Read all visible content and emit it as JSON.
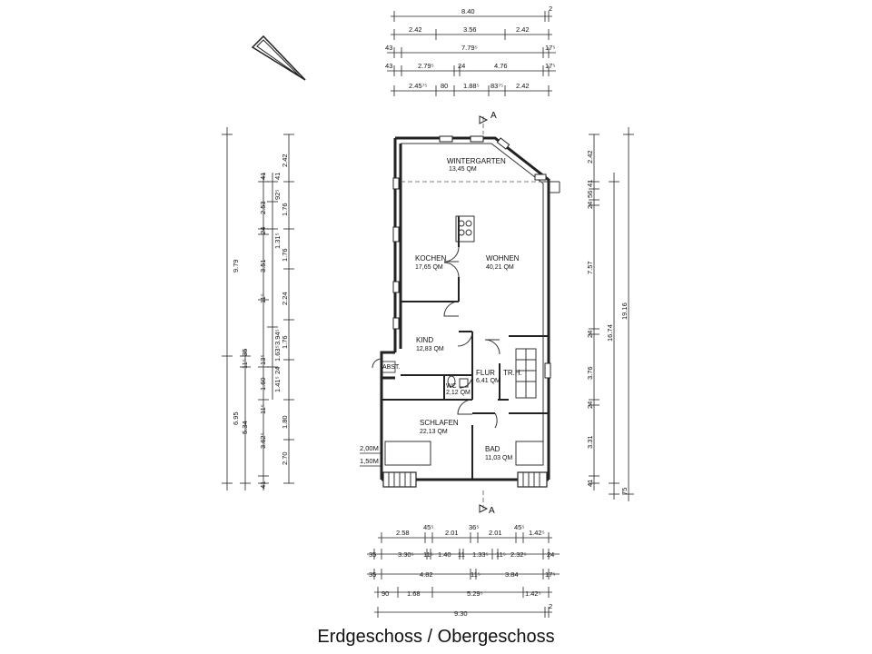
{
  "caption": "Erdgeschoss / Obergeschoss",
  "section_marker": "A",
  "rooms": {
    "wintergarten": {
      "name": "WINTERGARTEN",
      "area": "13,45 QM"
    },
    "kochen": {
      "name": "KOCHEN",
      "area": "17,65 QM"
    },
    "wohnen": {
      "name": "WOHNEN",
      "area": "40,21 QM"
    },
    "kind": {
      "name": "KIND",
      "area": "12,83 QM"
    },
    "flur": {
      "name": "FLUR",
      "area": "6,41 QM"
    },
    "trh": {
      "name": "TR.H.",
      "area": ""
    },
    "wc": {
      "name": "WC",
      "area": "2,12 QM"
    },
    "schlafen": {
      "name": "SCHLAFEN",
      "area": "22,13 QM"
    },
    "bad": {
      "name": "BAD",
      "area": "11,03 QM"
    },
    "abst": {
      "name": "ABST.",
      "area": ""
    }
  },
  "notes": {
    "height_1": "2,00M",
    "height_2": "1,50M"
  },
  "dims_top": {
    "r1": [
      "8.40",
      "2"
    ],
    "r2": [
      "2.42",
      "3.56",
      "2.42"
    ],
    "r3": [
      "43",
      "7.79⁵",
      "17⁵"
    ],
    "r4": [
      "43",
      "2.79⁵",
      "24",
      "4.76",
      "17⁵"
    ],
    "r5": [
      "2.45⁷⁵",
      "80",
      "1.88⁵",
      "83⁷⁵",
      "2.42"
    ]
  },
  "dims_bottom": {
    "r1": [
      "2.58",
      "45⁵",
      "2.01",
      "36⁵",
      "2.01",
      "45⁵",
      "1.42⁵"
    ],
    "r2": [
      "35",
      "3.30⁵",
      "11⁵",
      "1.40",
      "11",
      "1.33⁵",
      "11⁵",
      "2.32⁵",
      "24"
    ],
    "r3": [
      "35",
      "4.82",
      "11⁵",
      "3.84",
      "17⁵"
    ],
    "r4": [
      "90",
      "1.68",
      "5.29⁵",
      "1.42⁵"
    ],
    "r5": [
      "9.30",
      "2"
    ]
  },
  "dims_left": {
    "c1": [
      "9.79",
      "6.95"
    ],
    "c2": [
      "35",
      "11⁵",
      "5.34"
    ],
    "c3": [
      "41",
      "2.53",
      "24",
      "3.51",
      "11⁵",
      "13⁵",
      "1.60",
      "11⁵",
      "3.62⁵",
      "41"
    ],
    "c4": [
      "41",
      "92⁵",
      "1.31⁵",
      "3.94⁵",
      "24",
      "1.41⁵",
      "1.63⁵"
    ],
    "c5": [
      "2.42",
      "1.76",
      "1.76",
      "2.24",
      "1.76",
      "1.80",
      "2.70"
    ]
  },
  "dims_right": {
    "c1": [
      "2.42",
      "41",
      "56",
      "24",
      "7.57",
      "24",
      "3.76",
      "24",
      "3.31",
      "41"
    ],
    "c2": [
      "16.74",
      "75"
    ],
    "c3": [
      "19.16"
    ]
  }
}
